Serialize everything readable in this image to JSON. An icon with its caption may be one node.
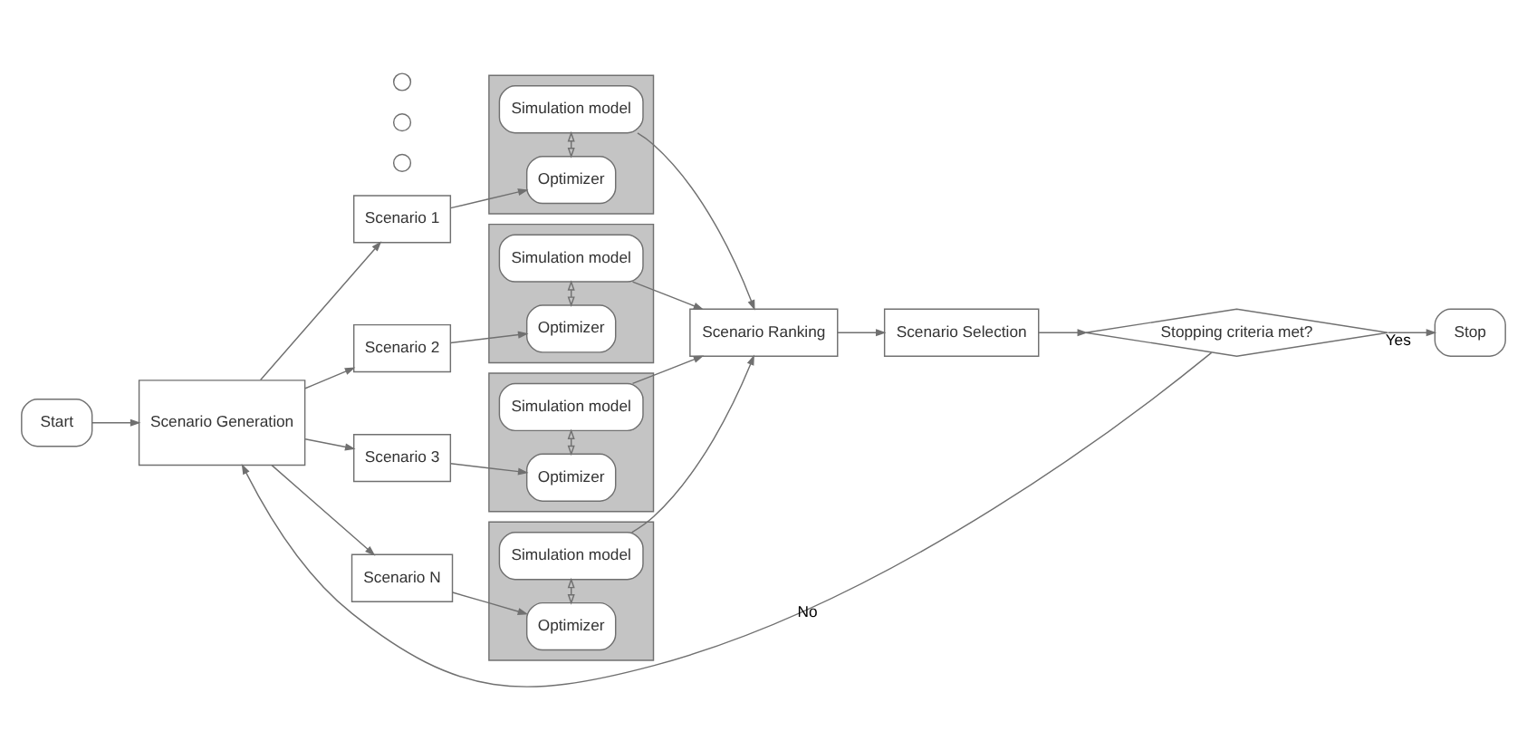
{
  "diagram": {
    "nodes": [
      {
        "text": [
          "Start"
        ]
      },
      {
        "text": [
          "Scenario Generation"
        ]
      },
      {
        "text": [
          "Scenario 1"
        ]
      },
      {
        "text": [],
        "shape": "box"
      },
      {
        "text": [
          "Simulation model"
        ],
        "in": 3
      },
      {
        "text": [
          "Optimizer"
        ],
        "in": 3
      },
      {
        "text": [
          "Scenario 2"
        ]
      },
      {
        "text": [],
        "shape": "box"
      },
      {
        "text": [
          "Simulation model"
        ],
        "in": 7
      },
      {
        "text": [
          "Optimizer"
        ],
        "in": 7
      },
      {
        "text": [
          "Scenario 3"
        ]
      },
      {
        "text": [],
        "shape": "box"
      },
      {
        "text": [
          "Simulation model"
        ],
        "in": 11
      },
      {
        "text": [
          "Optimizer"
        ],
        "in": 11
      },
      {
        "text": [],
        "shape": "circle"
      },
      {
        "text": [],
        "shape": "circle"
      },
      {
        "text": [],
        "shape": "circle"
      },
      {
        "text": [
          "Scenario N"
        ]
      },
      {
        "text": [],
        "shape": "box"
      },
      {
        "text": [
          "Simulation model"
        ],
        "in": 18
      },
      {
        "text": [
          "Optimizer"
        ],
        "in": 18
      },
      {
        "text": [
          "Scenario Ranking"
        ]
      },
      {
        "text": [
          "Scenario Selection"
        ]
      },
      {
        "text": [
          "Stopping criteria met?"
        ]
      },
      {
        "text": [
          "Stop"
        ]
      }
    ],
    "edges": [
      {
        "from": 0,
        "to": 1,
        "arrow": "to"
      },
      {
        "from": 1,
        "to": 2,
        "arrow": "to"
      },
      {
        "from": 1,
        "to": 6,
        "arrow": "to"
      },
      {
        "from": 1,
        "to": 10,
        "arrow": "to"
      },
      {
        "from": 1,
        "to": 17,
        "arrow": "to"
      },
      {
        "from": 2,
        "to": 5,
        "arrow": "to"
      },
      {
        "from": 4,
        "to": 5,
        "arrow": "both"
      },
      {
        "from": 6,
        "to": 9,
        "arrow": "to"
      },
      {
        "from": 8,
        "to": 9,
        "arrow": "both"
      },
      {
        "from": 10,
        "to": 13,
        "arrow": "to"
      },
      {
        "from": 12,
        "to": 13,
        "arrow": "both"
      },
      {
        "from": 17,
        "to": 20,
        "arrow": "to"
      },
      {
        "from": 19,
        "to": 20,
        "arrow": "both"
      },
      {
        "from": 4,
        "to": 21,
        "arrow": "to"
      },
      {
        "from": 8,
        "to": 21,
        "arrow": "to"
      },
      {
        "from": 12,
        "to": 21,
        "arrow": "to"
      },
      {
        "from": 19,
        "to": 21,
        "arrow": "to"
      },
      {
        "from": 21,
        "to": 22,
        "arrow": "to"
      },
      {
        "from": 22,
        "to": 23,
        "arrow": "to"
      },
      {
        "from": 23,
        "to": 24,
        "arrow": "to",
        "label": "Yes"
      },
      {
        "from": 23,
        "to": 1,
        "arrow": "to",
        "label": "No"
      }
    ]
  }
}
